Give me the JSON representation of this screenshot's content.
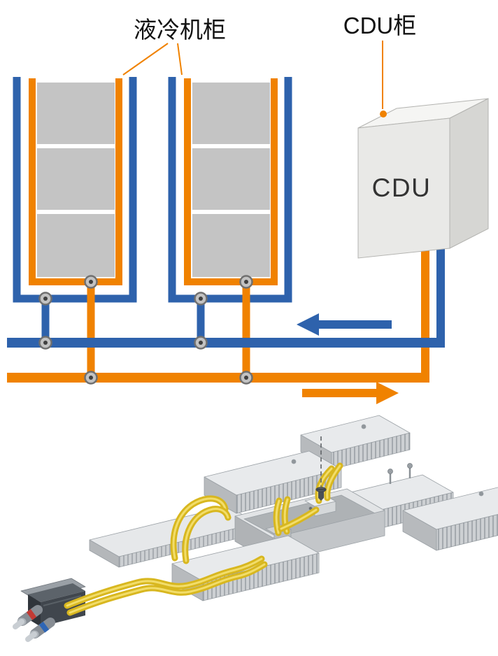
{
  "diagram": {
    "labels": {
      "liquid_cooling_cabinet": "液冷机柜",
      "cdu_cabinet": "CDU柜",
      "cdu_box": "CDU"
    },
    "colors": {
      "supply_pipe_blue": "#2e62ac",
      "return_pipe_orange": "#f08200",
      "cabinet_fill_gray": "#c4c4c4",
      "cdu_front": "#e9e9e7",
      "cdu_top": "#f5f5f3",
      "cdu_side": "#d6d6d3",
      "tube_yellow": "#d8b71f",
      "connector_body": "#40464d",
      "port_red": "#c23a34",
      "port_blue": "#2f66b5"
    },
    "flow": {
      "blue_arrow_direction": "left",
      "orange_arrow_direction": "right"
    }
  }
}
